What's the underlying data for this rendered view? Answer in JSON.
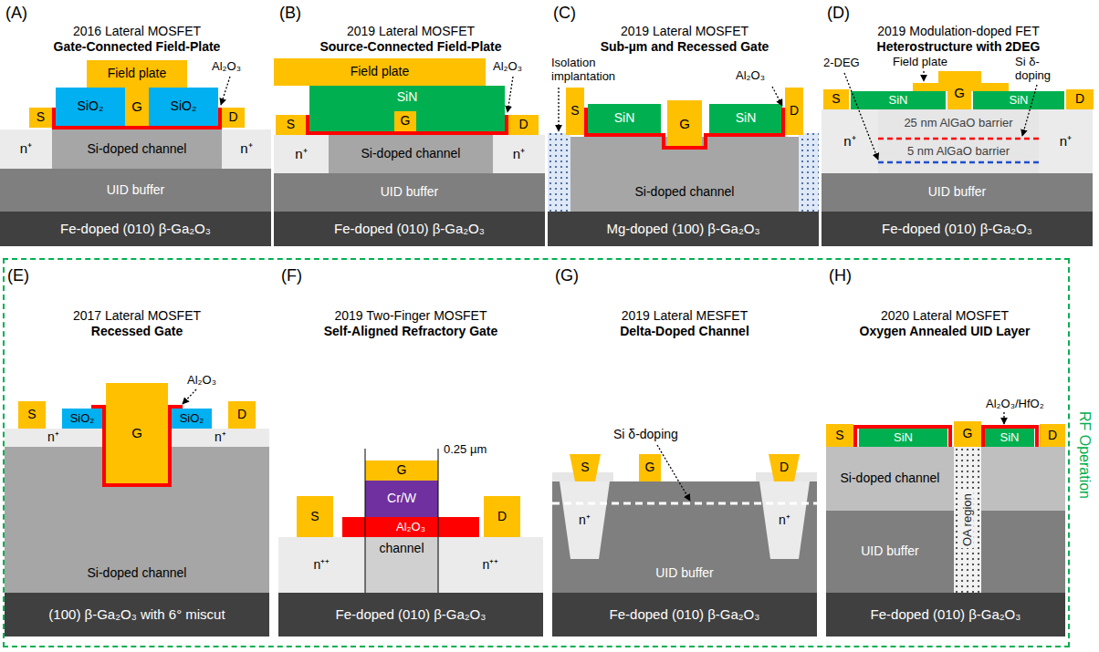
{
  "diagram": {
    "nodes": [
      {
        "text": [
          "Field plate"
        ]
      },
      {
        "text": [
          "SiO₂"
        ]
      },
      {
        "text": [
          "G"
        ]
      },
      {
        "text": [
          "SiO₂"
        ]
      },
      {
        "text": [
          "S"
        ]
      },
      {
        "text": [
          "D"
        ]
      },
      {
        "text": [
          "n⁺"
        ]
      },
      {
        "text": [
          "Si-doped channel"
        ]
      },
      {
        "text": [
          "n⁺"
        ]
      },
      {
        "text": [
          "UID buffer"
        ]
      },
      {
        "text": [
          "Fe-doped (010) β-Ga₂O₃"
        ]
      },
      {
        "text": [
          "Field plate"
        ]
      },
      {
        "text": [
          "SiN"
        ]
      },
      {
        "text": [
          "G"
        ],
        "in": 12
      },
      {
        "text": [
          "S"
        ]
      },
      {
        "text": [
          "D"
        ]
      },
      {
        "text": [
          "n⁺"
        ]
      },
      {
        "text": [
          "Si-doped channel"
        ]
      },
      {
        "text": [
          "n⁺"
        ]
      },
      {
        "text": [
          "UID buffer"
        ]
      },
      {
        "text": [
          "Fe-doped (010) β-Ga₂O₃"
        ]
      },
      {
        "text": [
          "SiN"
        ]
      },
      {
        "text": [
          "G"
        ]
      },
      {
        "text": [
          "SiN"
        ]
      },
      {
        "text": [
          "S"
        ]
      },
      {
        "text": [
          "D"
        ]
      },
      {
        "text": [
          "Si-doped channel"
        ]
      },
      {
        "text": [
          "Mg-doped (100) β-Ga₂O₃"
        ]
      },
      {
        "text": [
          "S"
        ]
      },
      {
        "text": [
          "SiN"
        ]
      },
      {
        "text": [
          "G"
        ]
      },
      {
        "text": [
          "SiN"
        ]
      },
      {
        "text": [
          "D"
        ]
      },
      {
        "text": [
          "n⁺"
        ]
      },
      {
        "text": [
          "25 nm AlGaO barrier"
        ]
      },
      {
        "text": [
          "5 nm AlGaO barrier"
        ]
      },
      {
        "text": [
          "n⁺"
        ]
      },
      {
        "text": [
          "UID buffer"
        ]
      },
      {
        "text": [
          "Fe-doped (010) β-Ga₂O₃"
        ]
      },
      {
        "text": [
          "RF Operation"
        ]
      },
      {
        "text": [
          "G"
        ],
        "in": 39
      },
      {
        "text": [
          "S"
        ],
        "in": 39
      },
      {
        "text": [
          "SiO₂"
        ],
        "in": 39
      },
      {
        "text": [
          "SiO₂"
        ],
        "in": 39
      },
      {
        "text": [
          "D"
        ],
        "in": 39
      },
      {
        "text": [
          "n⁺"
        ],
        "in": 39
      },
      {
        "text": [
          "n⁺"
        ],
        "in": 39
      },
      {
        "text": [
          "Si-doped channel"
        ],
        "in": 39
      },
      {
        "text": [
          "(100) β-Ga₂O₃ with 6° miscut"
        ],
        "in": 39
      },
      {
        "text": [
          "G"
        ],
        "in": 39
      },
      {
        "text": [
          "Cr/W"
        ],
        "in": 39
      },
      {
        "text": [
          "S"
        ],
        "in": 39
      },
      {
        "text": [
          "Al₂O₃"
        ],
        "in": 39
      },
      {
        "text": [
          "D"
        ],
        "in": 39
      },
      {
        "text": [
          "n⁺⁺"
        ],
        "in": 39
      },
      {
        "text": [
          "channel"
        ],
        "in": 39
      },
      {
        "text": [
          "n⁺⁺"
        ],
        "in": 39
      },
      {
        "text": [
          "Fe-doped (010) β-Ga₂O₃"
        ],
        "in": 39
      },
      {
        "text": [
          "S"
        ],
        "in": 39
      },
      {
        "text": [
          "G"
        ],
        "in": 39
      },
      {
        "text": [
          "D"
        ],
        "in": 39
      },
      {
        "text": [
          "n⁺"
        ],
        "in": 39
      },
      {
        "text": [
          "n⁺"
        ],
        "in": 39
      },
      {
        "text": [
          "UID buffer"
        ],
        "in": 39
      },
      {
        "text": [
          "Fe-doped (010) β-Ga₂O₃"
        ],
        "in": 39
      },
      {
        "text": [
          "S"
        ],
        "in": 39
      },
      {
        "text": [
          "SiN"
        ],
        "in": 39
      },
      {
        "text": [
          "G"
        ],
        "in": 39
      },
      {
        "text": [
          "SiN"
        ],
        "in": 39
      },
      {
        "text": [
          "D"
        ],
        "in": 39
      },
      {
        "text": [
          "Si-doped channel"
        ],
        "in": 39
      },
      {
        "text": [
          "OA region"
        ],
        "in": 39
      },
      {
        "text": [
          "UID buffer"
        ],
        "in": 39
      },
      {
        "text": [
          "Fe-doped (010) β-Ga₂O₃"
        ],
        "in": 39
      }
    ],
    "labels": [
      "(A)",
      "2016 Lateral MOSFET",
      "Gate-Connected Field-Plate",
      "Al₂O₃",
      "(B)",
      "2019 Lateral MOSFET",
      "Source-Connected Field-Plate",
      "Al₂O₃",
      "(C)",
      "2019 Lateral MOSFET",
      "Sub-µm and Recessed Gate",
      "Isolation implantation",
      "Al₂O₃",
      "(D)",
      "2019 Modulation-doped FET",
      "Heterostructure with 2DEG",
      "2-DEG",
      "Field plate",
      "Si δ-doping",
      "(E)",
      "2017 Lateral MOSFET",
      "Recessed Gate",
      "Al₂O₃",
      "(F)",
      "2019 Two-Finger MOSFET",
      "Self-Aligned Refractory Gate",
      "0.25 µm",
      "(G)",
      "2019 Lateral MESFET",
      "Delta-Doped Channel",
      "Si δ-doping",
      "(H)",
      "2020 Lateral MOSFET",
      "Oxygen Annealed UID Layer",
      "Al₂O₃/HfO₂"
    ]
  }
}
